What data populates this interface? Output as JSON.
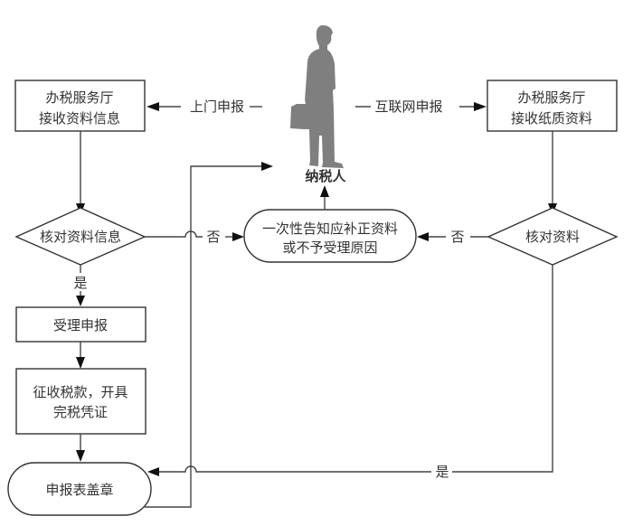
{
  "diagram": {
    "actor": {
      "label": "纳税人"
    },
    "nodes": {
      "hall_info": {
        "line1": "办税服务厅",
        "line2": "接收资料信息"
      },
      "hall_paper": {
        "line1": "办税服务厅",
        "line2": "接收纸质资料"
      },
      "check_info": {
        "label": "核对资料信息"
      },
      "check_paper": {
        "label": "核对资料"
      },
      "notify": {
        "line1": "一次性告知应补正资料",
        "line2": "或不予受理原因"
      },
      "accept": {
        "label": "受理申报"
      },
      "collect": {
        "line1": "征收税款，开具",
        "line2": "完税凭证"
      },
      "stamp": {
        "label": "申报表盖章"
      }
    },
    "edges": {
      "onsite": "上门申报",
      "online": "互联网申报",
      "no_left": "否",
      "no_right": "否",
      "yes_left": "是",
      "yes_bottom": "是"
    },
    "colors": {
      "line": "#444444",
      "text": "#333333",
      "person": "#7f7f7f"
    }
  }
}
